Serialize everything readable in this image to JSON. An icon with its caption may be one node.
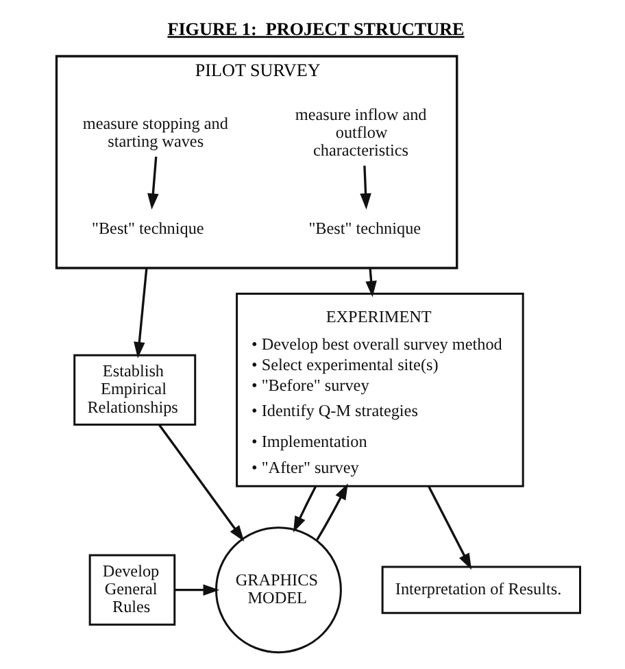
{
  "diagram": {
    "title": "FIGURE 1:  PROJECT STRUCTURE",
    "nodes": [
      {
        "text": [
          "PILOT SURVEY"
        ]
      },
      {
        "text": [
          "measure stopping and starting waves"
        ],
        "in": 0
      },
      {
        "text": [
          "\"Best\" technique"
        ],
        "in": 0
      },
      {
        "text": [
          "measure inflow and outflow characteristics"
        ],
        "in": 0
      },
      {
        "text": [
          "\"Best\" technique"
        ],
        "in": 0
      },
      {
        "text": [
          "Establish Empirical Relationships"
        ]
      },
      {
        "text": [
          "EXPERIMENT",
          "• Develop best overall survey method",
          "• Select experimental site(s)",
          "• \"Before\" survey",
          "• Identify Q-M strategies",
          "• Implementation",
          "• \"After\" survey"
        ]
      },
      {
        "text": [
          "GRAPHICS MODEL"
        ]
      },
      {
        "text": [
          "Develop General Rules"
        ]
      },
      {
        "text": [
          "Interpretation of Results."
        ]
      }
    ],
    "edges": [
      {
        "from": 1,
        "to": 2,
        "arrow": "to"
      },
      {
        "from": 3,
        "to": 4,
        "arrow": "to"
      },
      {
        "from": 0,
        "to": 5,
        "arrow": "to"
      },
      {
        "from": 0,
        "to": 6,
        "arrow": "to"
      },
      {
        "from": 5,
        "to": 7,
        "arrow": "to"
      },
      {
        "from": 8,
        "to": 7,
        "arrow": "to"
      },
      {
        "from": 6,
        "to": 7,
        "arrow": "to"
      },
      {
        "from": 7,
        "to": 6,
        "arrow": "to"
      },
      {
        "from": 6,
        "to": 9,
        "arrow": "to"
      }
    ]
  }
}
